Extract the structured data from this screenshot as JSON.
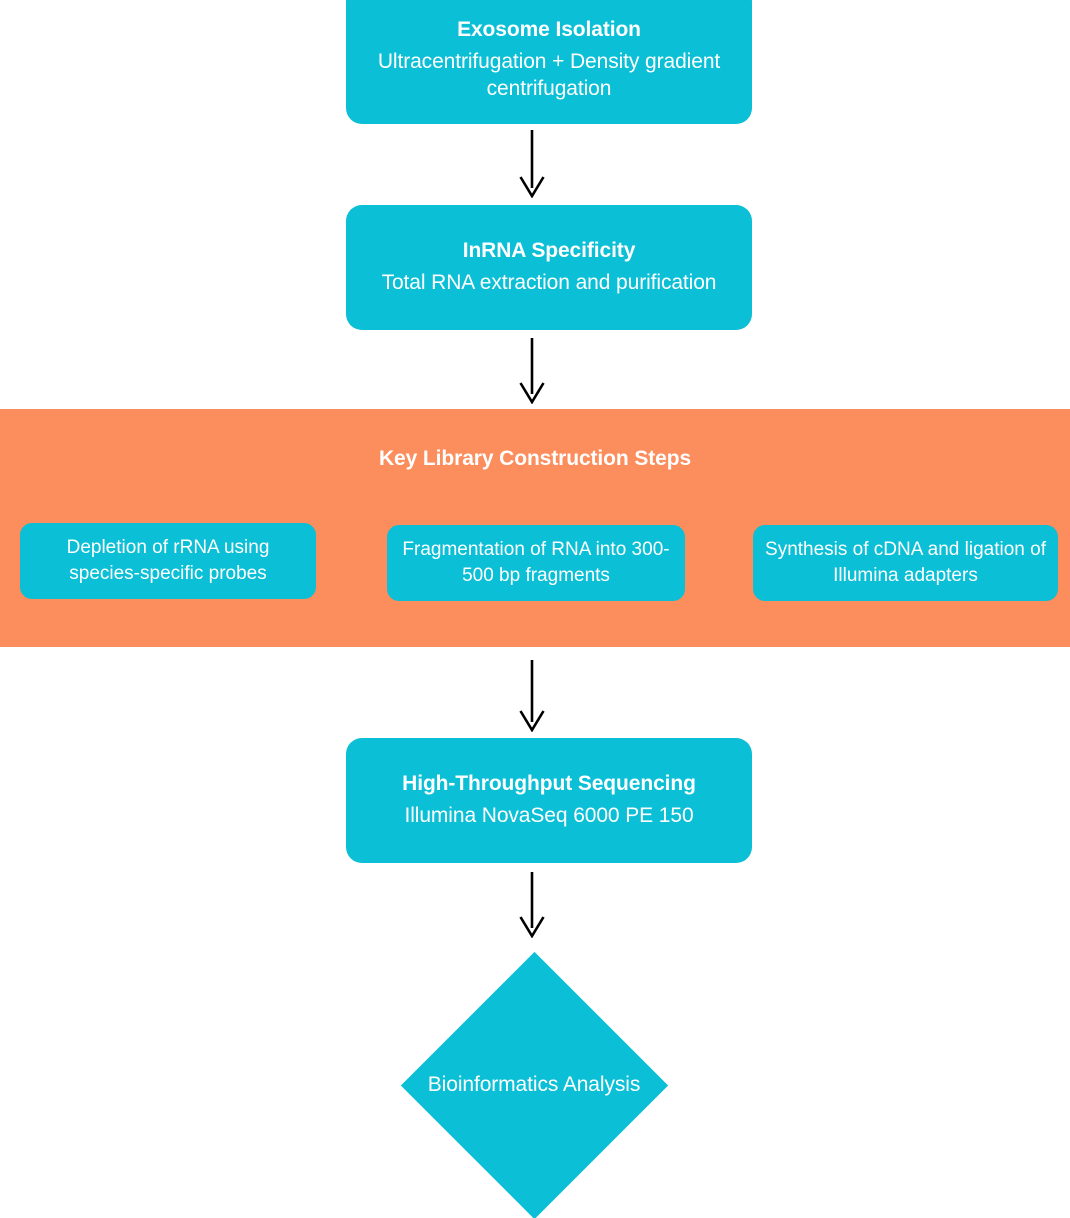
{
  "diagram": {
    "type": "flowchart",
    "orientation": "top-to-bottom",
    "colors": {
      "node_fill": "#0ABFD6",
      "band_fill": "#FC8D5C",
      "node_text": "#FFFFFF",
      "arrow": "#000000",
      "background": "#FFFFFF"
    },
    "nodes": [
      {
        "id": "exosome-isolation",
        "shape": "rounded-rect",
        "title": "Exosome Isolation",
        "subtitle": "Ultracentrifugation + Density gradient centrifugation"
      },
      {
        "id": "lnrna-specificity",
        "shape": "rounded-rect",
        "title": "InRNA Specificity",
        "subtitle": "Total RNA extraction and purification"
      },
      {
        "id": "high-throughput-sequencing",
        "shape": "rounded-rect",
        "title": "High-Throughput Sequencing",
        "subtitle": "Illumina NovaSeq 6000 PE 150"
      },
      {
        "id": "bioinformatics-analysis",
        "shape": "diamond",
        "title": "Bioinformatics Analysis"
      }
    ],
    "band": {
      "id": "key-library-construction",
      "title": "Key Library Construction Steps",
      "steps": [
        {
          "id": "rrna-depletion",
          "label": "Depletion of rRNA using species-specific probes"
        },
        {
          "id": "rna-fragmentation",
          "label": "Fragmentation of RNA into 300-500 bp fragments"
        },
        {
          "id": "cdna-synthesis",
          "label": "Synthesis of cDNA and ligation of Illumina adapters"
        }
      ]
    },
    "arrows": [
      {
        "id": "arrow-exosome-to-lnrna",
        "from": "exosome-isolation",
        "to": "lnrna-specificity",
        "direction": "down"
      },
      {
        "id": "arrow-lnrna-to-library",
        "from": "lnrna-specificity",
        "to": "key-library-construction",
        "direction": "down"
      },
      {
        "id": "arrow-library-to-sequencing",
        "from": "key-library-construction",
        "to": "high-throughput-sequencing",
        "direction": "down"
      },
      {
        "id": "arrow-sequencing-to-analysis",
        "from": "high-throughput-sequencing",
        "to": "bioinformatics-analysis",
        "direction": "down"
      }
    ]
  }
}
